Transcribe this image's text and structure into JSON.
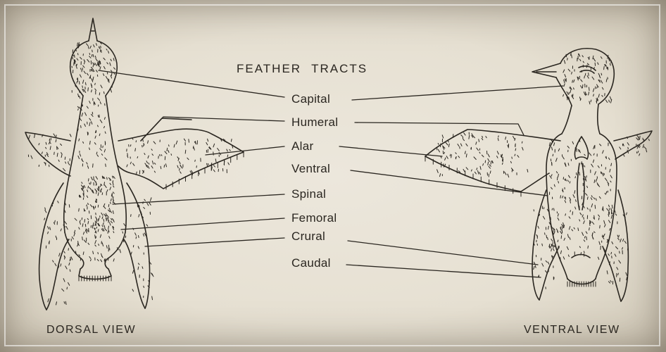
{
  "diagram": {
    "title_word1": "FEATHER",
    "title_word2": "TRACTS",
    "dorsal_label": "DORSAL VIEW",
    "ventral_label": "VENTRAL VIEW",
    "tracts": [
      "Capital",
      "Humeral",
      "Alar",
      "Ventral",
      "Spinal",
      "Femoral",
      "Crural",
      "Caudal"
    ]
  },
  "colors": {
    "paper": "#e6e0d2",
    "ink": "#2a2620"
  }
}
